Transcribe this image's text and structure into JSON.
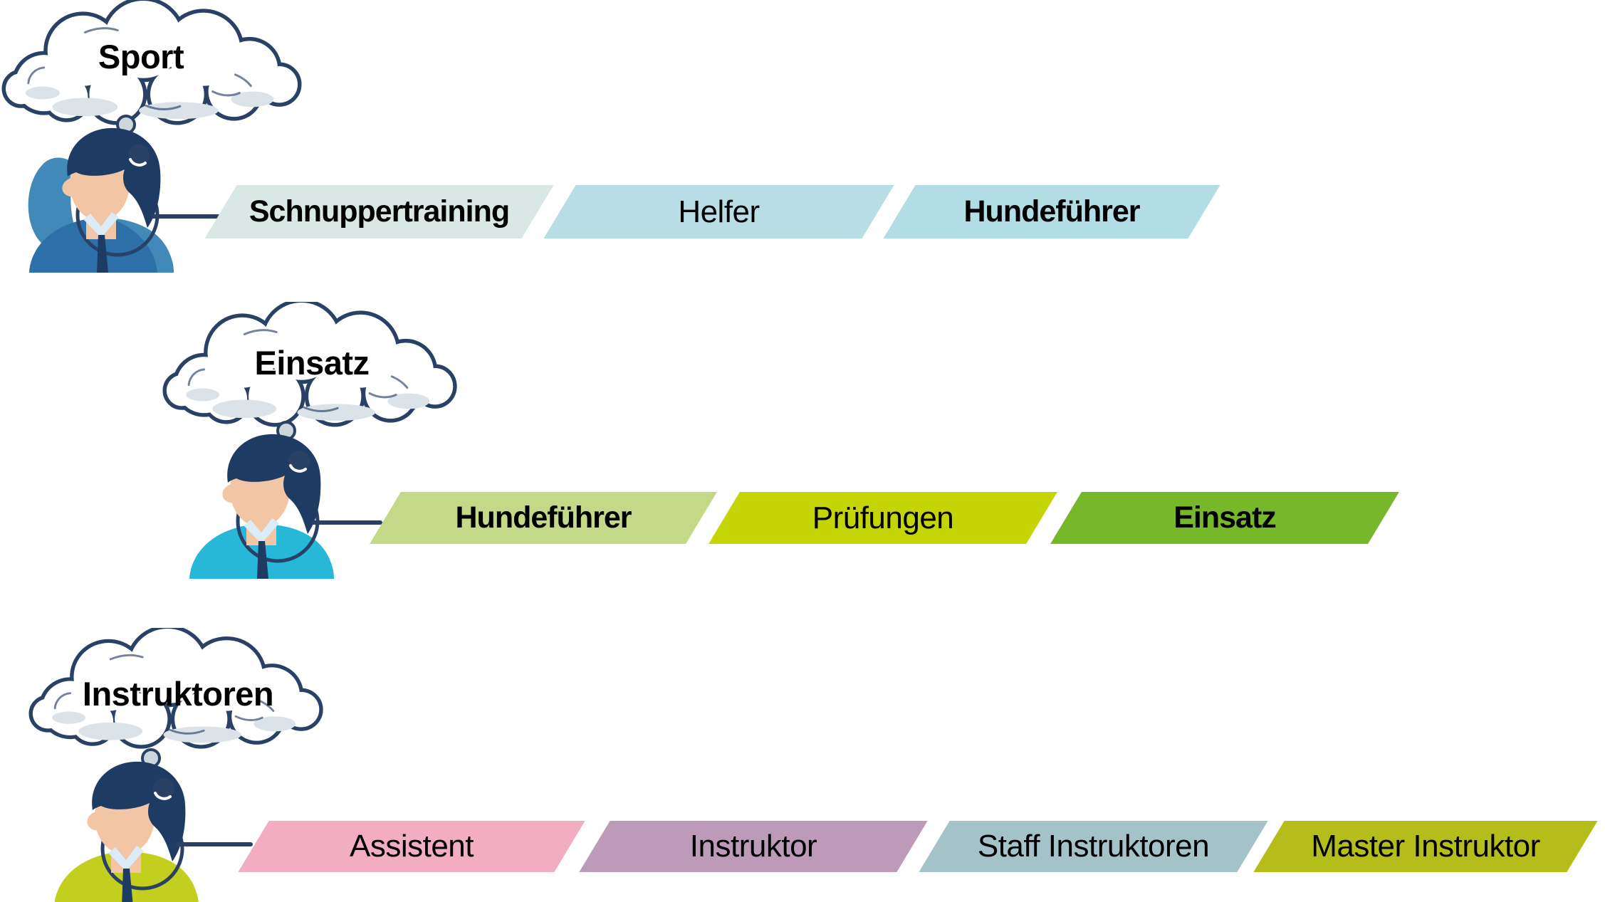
{
  "palette": {
    "outline": "#2a4166",
    "collar": "#dcebf8",
    "bubble": "#ccd7dd",
    "cloud_shade": "#dce3e8",
    "text": "#000000",
    "background": "#ffffff"
  },
  "rows": [
    {
      "cloud_label": "Sport",
      "person": {
        "shirt": "#2d6fa8",
        "accent": "#4189b8",
        "hair": "#1e3c63",
        "skin": "#f2c5a4"
      },
      "banners": [
        {
          "label": "Schnuppertraining",
          "bg": "#d9e8e4",
          "bold": true
        },
        {
          "label": "Helfer",
          "bg": "#b8dde4",
          "bold": false
        },
        {
          "label": "Hundeführer",
          "bg": "#b3dde4",
          "bold": true
        }
      ]
    },
    {
      "cloud_label": "Einsatz",
      "person": {
        "shirt": "#27b7d8",
        "hair": "#1e3c63",
        "skin": "#f2c5a4"
      },
      "banners": [
        {
          "label": "Hundeführer",
          "bg": "#c4d987",
          "bold": true
        },
        {
          "label": "Prüfungen",
          "bg": "#c5d405",
          "bold": false
        },
        {
          "label": "Einsatz",
          "bg": "#76b82a",
          "bold": true
        }
      ]
    },
    {
      "cloud_label": "Instruktoren",
      "person": {
        "shirt": "#c3cf1e",
        "hair": "#1e3c63",
        "skin": "#f2c5a4"
      },
      "banners": [
        {
          "label": "Assistent",
          "bg": "#f2adc2",
          "bold": false
        },
        {
          "label": "Instruktor",
          "bg": "#bd9bb8",
          "bold": false
        },
        {
          "label": "Staff Instruktoren",
          "bg": "#a4c3c9",
          "bold": false
        },
        {
          "label": "Master Instruktor",
          "bg": "#b5bd1a",
          "bold": false
        }
      ]
    }
  ]
}
